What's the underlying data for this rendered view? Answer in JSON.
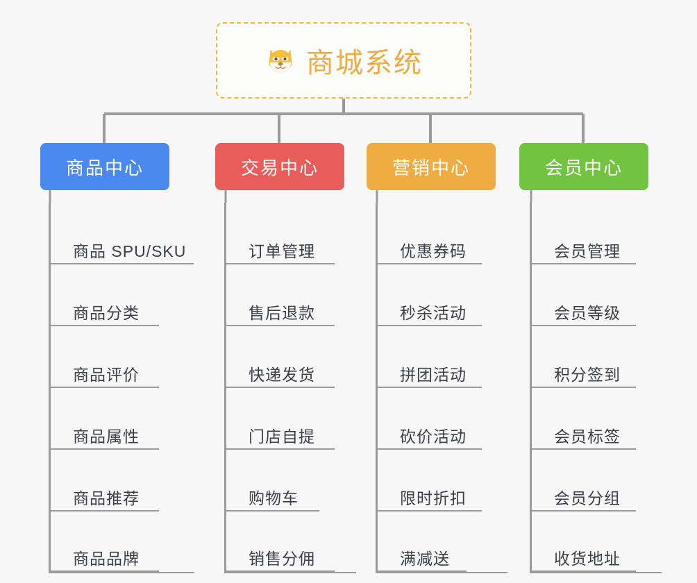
{
  "diagram": {
    "type": "mindmap",
    "title": "商城系统",
    "root": {
      "label": "商城系统",
      "emoji": "dog-face-emoji",
      "text_color": "#eeac42",
      "border_color": "#f2b63c",
      "background": "#fdfdfc"
    },
    "canvas_background": "#f7f7f7",
    "line_color": "#9a9a9a",
    "branches": [
      {
        "label": "商品中心",
        "color": "#4a89f0",
        "items": [
          "商品 SPU/SKU",
          "商品分类",
          "商品评价",
          "商品属性",
          "商品推荐",
          "商品品牌"
        ]
      },
      {
        "label": "交易中心",
        "color": "#e85c5a",
        "items": [
          "订单管理",
          "售后退款",
          "快递发货",
          "门店自提",
          "购物车",
          "销售分佣"
        ]
      },
      {
        "label": "营销中心",
        "color": "#eeac42",
        "items": [
          "优惠券码",
          "秒杀活动",
          "拼团活动",
          "砍价活动",
          "限时折扣",
          "满减送"
        ]
      },
      {
        "label": "会员中心",
        "color": "#72c341",
        "items": [
          "会员管理",
          "会员等级",
          "积分签到",
          "会员标签",
          "会员分组",
          "收货地址"
        ]
      }
    ]
  }
}
